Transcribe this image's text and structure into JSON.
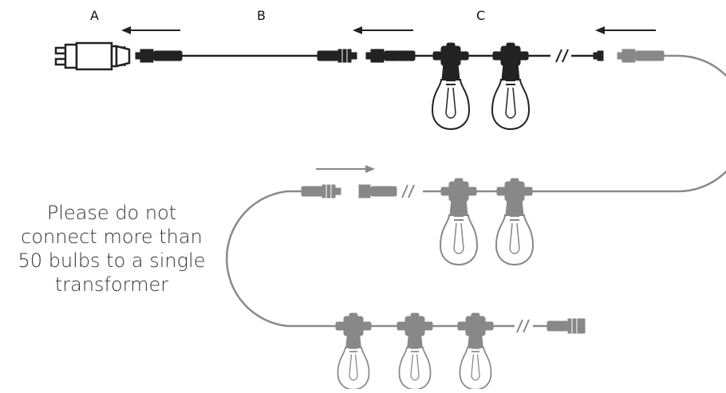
{
  "labels": {
    "a": "A",
    "b": "B",
    "c": "C"
  },
  "note": {
    "lines": [
      "Please do not",
      "connect more than",
      "50 bulbs to a single",
      "transformer"
    ]
  },
  "colors": {
    "primary": "#222222",
    "secondary": "#8a8a8a",
    "background": "#ffffff"
  }
}
